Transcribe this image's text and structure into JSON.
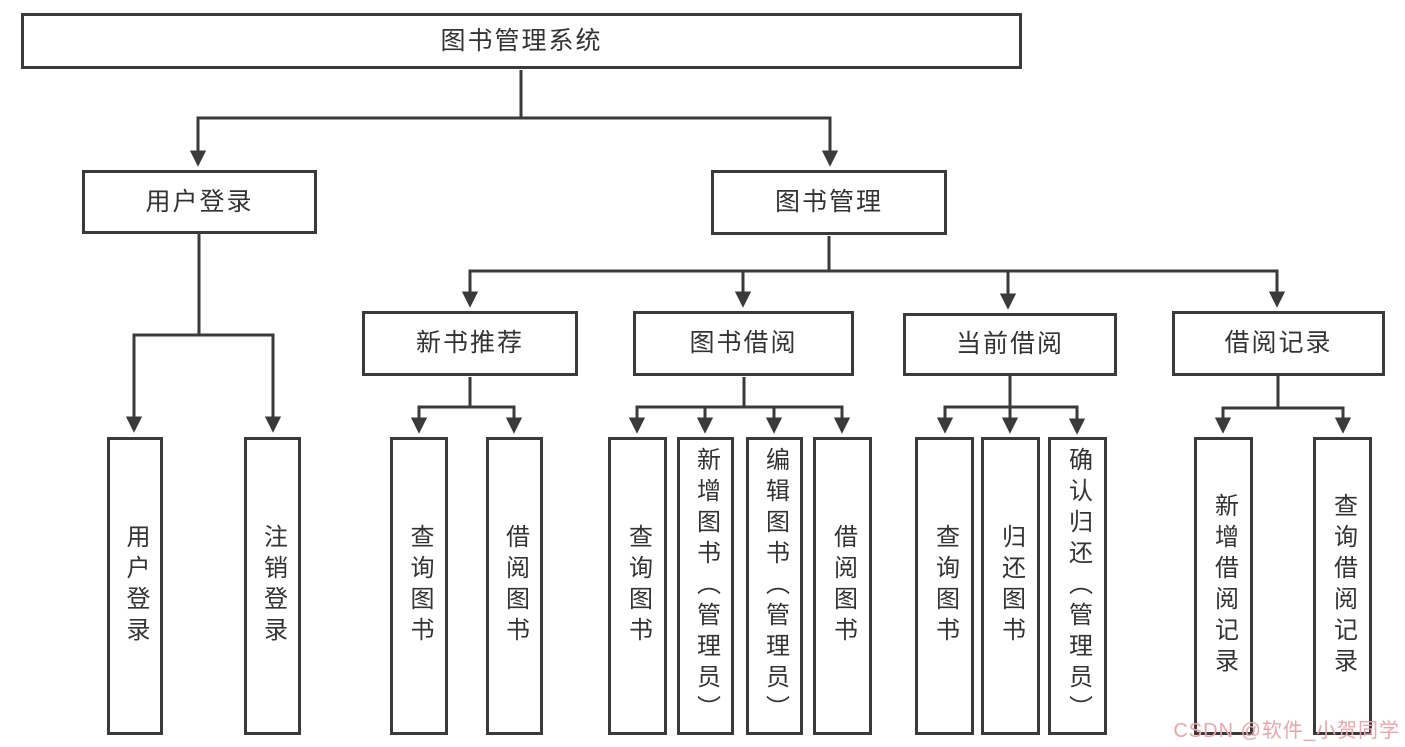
{
  "diagram": {
    "root": {
      "label": "图书管理系统"
    },
    "branches": [
      {
        "label": "用户登录",
        "children": [
          {
            "label": "用户登录"
          },
          {
            "label": "注销登录"
          }
        ]
      },
      {
        "label": "图书管理",
        "children": [
          {
            "label": "新书推荐",
            "children": [
              {
                "label": "查询图书"
              },
              {
                "label": "借阅图书"
              }
            ]
          },
          {
            "label": "图书借阅",
            "children": [
              {
                "label": "查询图书"
              },
              {
                "label": "新增图书（管理员）"
              },
              {
                "label": "编辑图书（管理员）"
              },
              {
                "label": "借阅图书"
              }
            ]
          },
          {
            "label": "当前借阅",
            "children": [
              {
                "label": "查询图书"
              },
              {
                "label": "归还图书"
              },
              {
                "label": "确认归还（管理员）"
              }
            ]
          },
          {
            "label": "借阅记录",
            "children": [
              {
                "label": "新增借阅记录"
              },
              {
                "label": "查询借阅记录"
              }
            ]
          }
        ]
      }
    ]
  },
  "watermark": {
    "text": "CSDN @软件_小贺同学",
    "color": "#f0a3a8"
  },
  "colors": {
    "line": "#3a3a3a",
    "box_border": "#3a3a3a",
    "text": "#333333",
    "background": "#ffffff"
  }
}
